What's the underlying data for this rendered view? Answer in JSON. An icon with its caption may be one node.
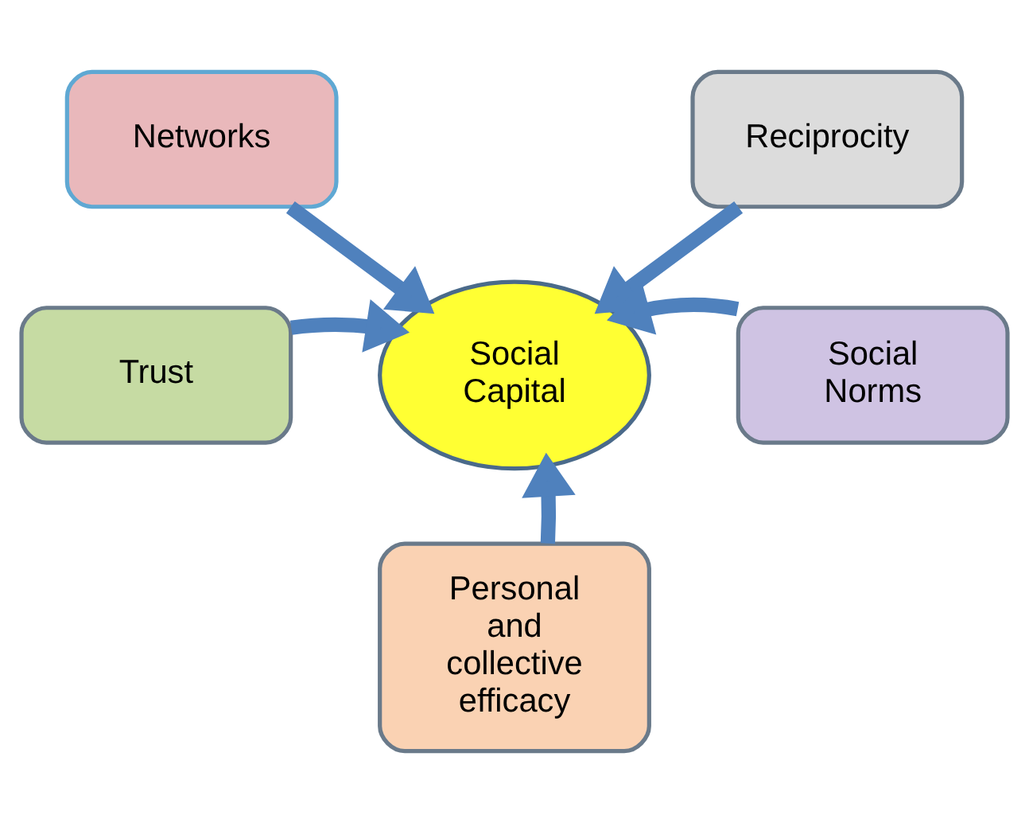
{
  "diagram": {
    "nodes": [
      {
        "text": [
          "Networks"
        ]
      },
      {
        "text": [
          "Reciprocity"
        ]
      },
      {
        "text": [
          "Social Capital"
        ]
      },
      {
        "text": [
          "Trust"
        ]
      },
      {
        "text": [
          "Social Norms"
        ]
      },
      {
        "text": [
          "Personal and collective efficacy"
        ]
      }
    ],
    "edges": [
      {
        "from": 0,
        "to": 2,
        "arrow": "to"
      },
      {
        "from": 1,
        "to": 2,
        "arrow": "to"
      },
      {
        "from": 3,
        "to": 2,
        "arrow": "to"
      },
      {
        "from": 4,
        "to": 2,
        "arrow": "to"
      },
      {
        "from": 5,
        "to": 2,
        "arrow": "to"
      }
    ]
  }
}
